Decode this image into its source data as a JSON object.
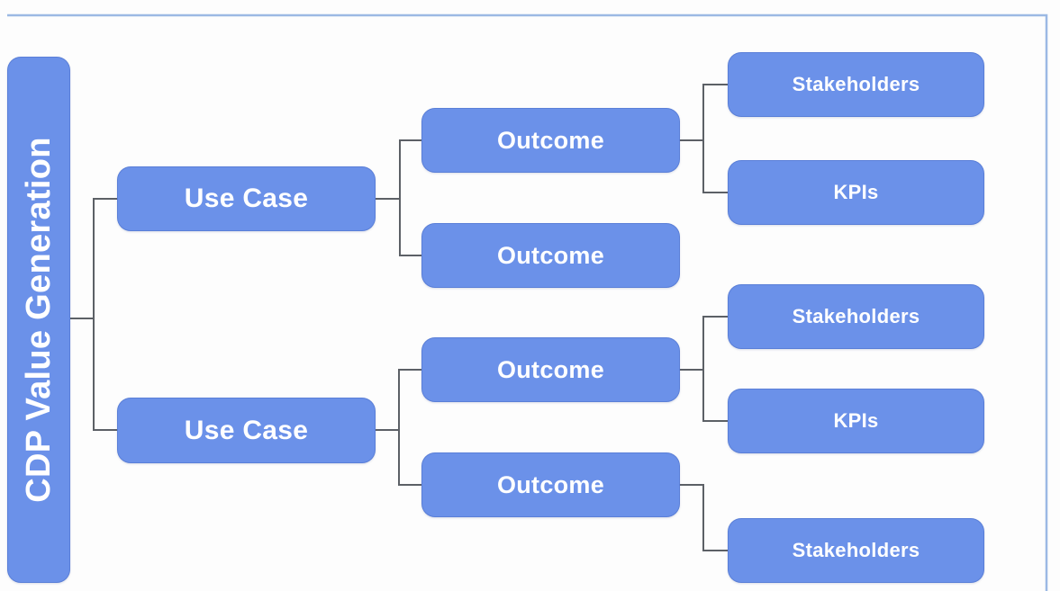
{
  "diagram": {
    "root": {
      "label": "CDP Value Generation"
    },
    "use_cases": [
      {
        "label": "Use Case",
        "outcomes": [
          {
            "label": "Outcome",
            "children": [
              {
                "label": "Stakeholders"
              },
              {
                "label": "KPIs"
              }
            ]
          },
          {
            "label": "Outcome",
            "children": []
          }
        ]
      },
      {
        "label": "Use Case",
        "outcomes": [
          {
            "label": "Outcome",
            "children": [
              {
                "label": "Stakeholders"
              },
              {
                "label": "KPIs"
              }
            ]
          },
          {
            "label": "Outcome",
            "children": [
              {
                "label": "Stakeholders"
              }
            ]
          }
        ]
      }
    ],
    "colors": {
      "node_fill": "#6b91e9",
      "node_text": "#ffffff",
      "connector": "#5c6066",
      "frame_border": "#9cb9e4",
      "background": "#fdfdfd"
    }
  }
}
